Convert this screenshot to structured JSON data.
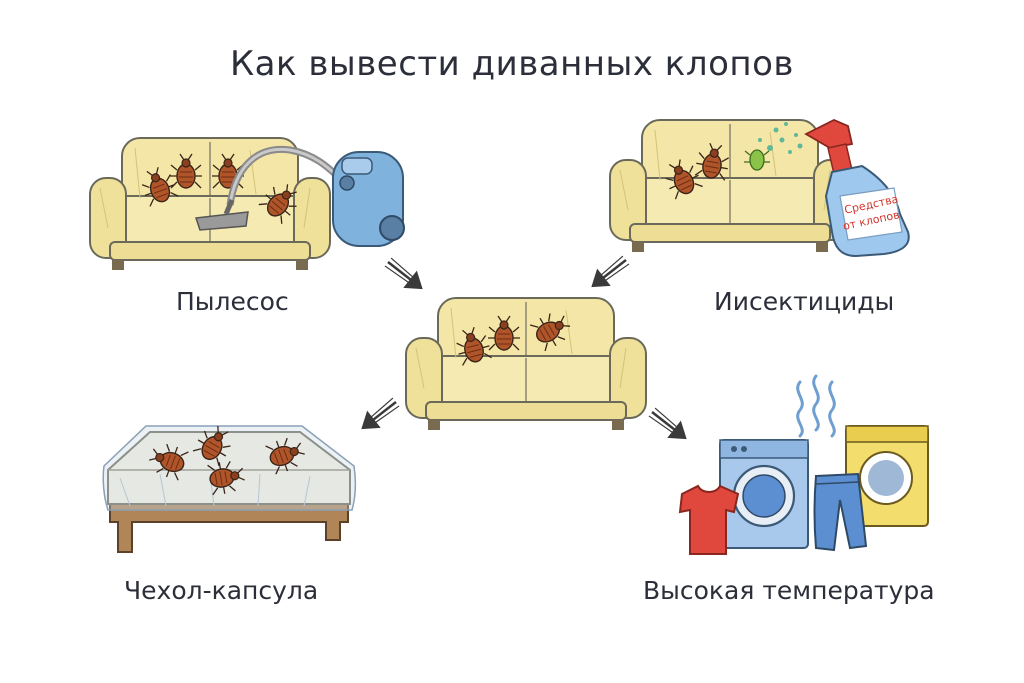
{
  "title": "Как вывести диванных клопов",
  "methods": [
    {
      "id": "vacuum",
      "label": "Пылесос"
    },
    {
      "id": "insecticide",
      "label": "Иисектициды"
    },
    {
      "id": "cover",
      "label": "Чехол-капсула"
    },
    {
      "id": "heat",
      "label": "Высокая температура"
    }
  ],
  "spray_bottle_text": [
    "Средства",
    "от клопов"
  ],
  "colors": {
    "sofa": "#f3e6a6",
    "sofa_outline": "#6b6a5a",
    "bug": "#b0552a",
    "vacuum": "#7fb2dd",
    "spray": "#9ec8ee",
    "spray_trigger": "#e0483e",
    "washer_blue": "#a9c9ec",
    "washer_yellow": "#f3dd6c",
    "shirt": "#e0483e",
    "jeans": "#5b8fd1",
    "arrow": "#3a3a3a"
  },
  "icons": [
    "sofa-icon",
    "vacuum-cleaner-icon",
    "spray-bottle-icon",
    "mattress-cover-icon",
    "washing-machine-icon",
    "dryer-icon",
    "t-shirt-icon",
    "jeans-icon",
    "steam-icon",
    "bedbug-icon",
    "arrow-icon"
  ]
}
